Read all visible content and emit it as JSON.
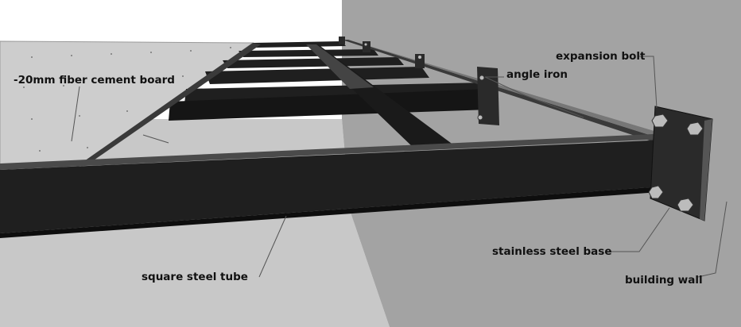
{
  "labels": {
    "fiber_cement_board": "-20mm fiber cement board",
    "angle_iron": "angle iron",
    "expansion_bolt": "expansion bolt",
    "stainless_steel_base": "stainless steel base",
    "building_wall": "building wall",
    "square_steel_tube": "square steel tube"
  },
  "colors": {
    "wall": "#a3a3a3",
    "ground_shadow": "#c8c8c8",
    "board": "#cdcdcd",
    "steel": "#1f1f1f",
    "steel_dark": "#0e0e0e",
    "steel_highlight": "#4a4a4a",
    "base_plate": "#2a2a2a",
    "leader_line": "#555555"
  }
}
